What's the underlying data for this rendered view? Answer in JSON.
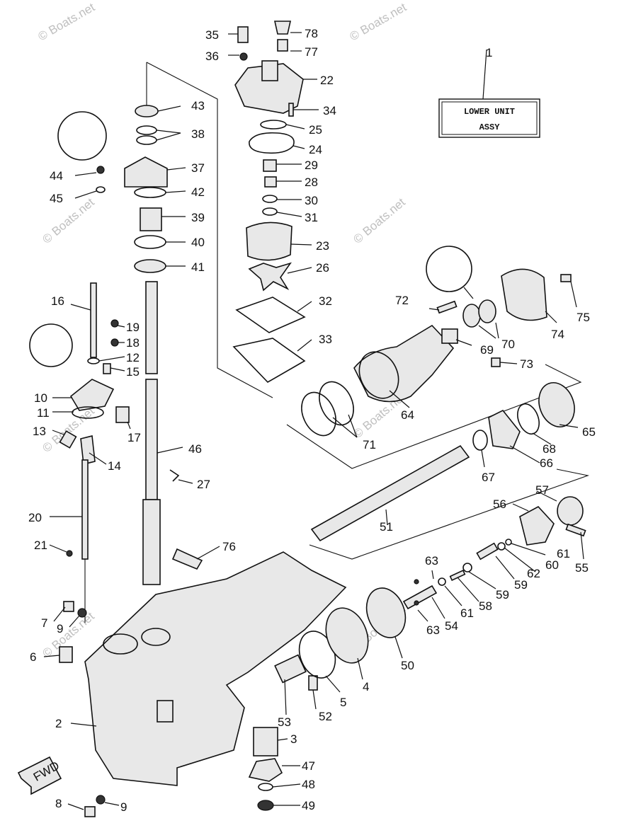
{
  "title_box": {
    "line1": "LOWER UNIT",
    "line2": "ASSY",
    "ref": "1"
  },
  "watermark": "© Boats.net",
  "fwd_label": "FWD",
  "part_numbers": [
    "2",
    "3",
    "4",
    "5",
    "6",
    "7",
    "8",
    "9",
    "10",
    "11",
    "12",
    "13",
    "14",
    "15",
    "16",
    "17",
    "18",
    "19",
    "20",
    "21",
    "22",
    "23",
    "24",
    "25",
    "26",
    "27",
    "28",
    "29",
    "30",
    "31",
    "32",
    "33",
    "34",
    "35",
    "36",
    "37",
    "38",
    "39",
    "40",
    "41",
    "42",
    "43",
    "44",
    "45",
    "46",
    "47",
    "48",
    "49",
    "50",
    "51",
    "52",
    "53",
    "54",
    "55",
    "56",
    "57",
    "58",
    "59",
    "60",
    "61",
    "62",
    "63",
    "64",
    "65",
    "66",
    "67",
    "68",
    "69",
    "70",
    "71",
    "72",
    "73",
    "74",
    "75",
    "76",
    "77",
    "78"
  ]
}
